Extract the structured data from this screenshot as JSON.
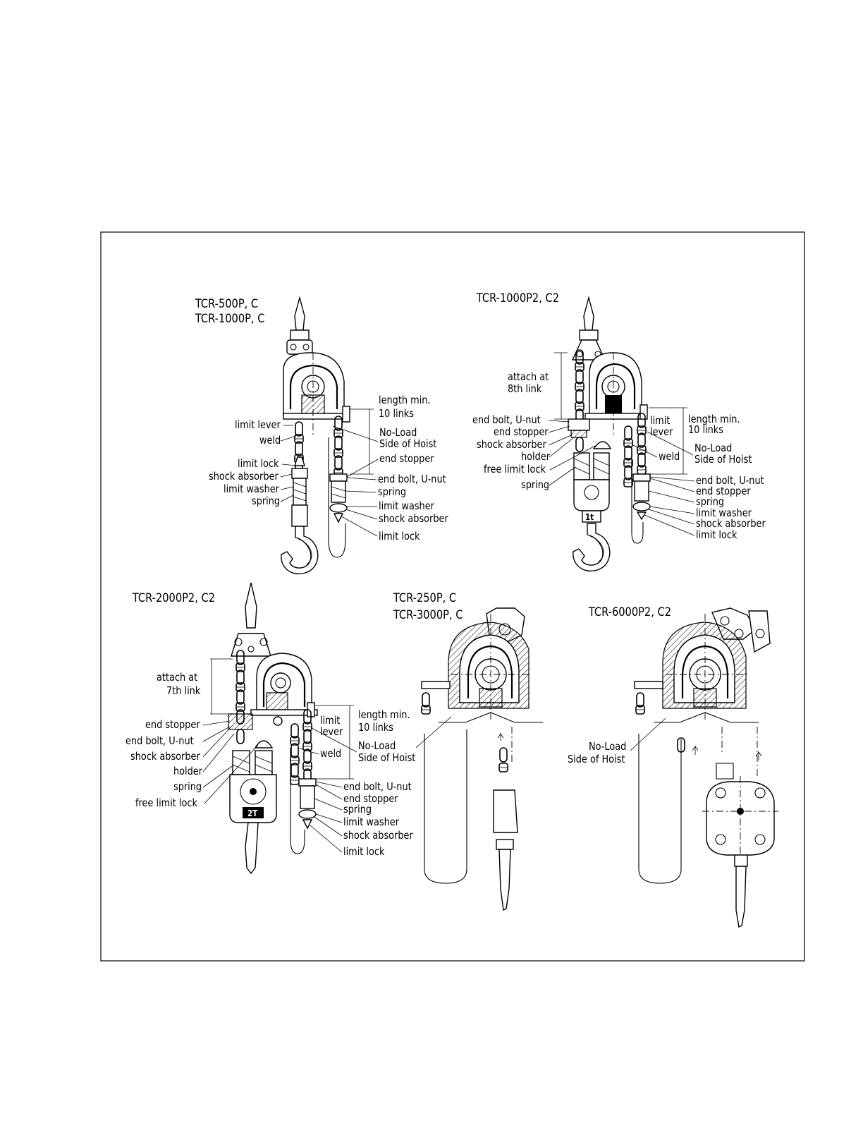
{
  "diagram": {
    "figure1": {
      "title_line1": "TCR-500P, C",
      "title_line2": "TCR-1000P, C",
      "labels": {
        "limit_lever": "limit lever",
        "weld": "weld",
        "limit_lock_top": "limit lock",
        "shock_absorber_left": "shock absorber",
        "limit_washer_left": "limit washer",
        "spring_left": "spring",
        "length_min_1": "length min.",
        "length_min_2": "10 links",
        "no_load_1": "No-Load",
        "no_load_2": "Side of Hoist",
        "end_stopper": "end stopper",
        "end_bolt": "end bolt, U-nut",
        "spring_right": "spring",
        "limit_washer_right": "limit washer",
        "shock_absorber_right": "shock absorber",
        "limit_lock_bottom": "limit lock"
      }
    },
    "figure2": {
      "title": "TCR-1000P2, C2",
      "badge": "1t",
      "labels": {
        "attach_1": "attach at",
        "attach_2": "8th link",
        "end_bolt_left": "end bolt, U-nut",
        "end_stopper_left": "end stopper",
        "shock_absorber_left": "shock absorber",
        "holder": "holder",
        "free_limit_lock": "free limit lock",
        "spring_left": "spring",
        "limit_1": "limit",
        "limit_2": "lever",
        "length_min_1": "length min.",
        "length_min_2": "10 links",
        "no_load_1": "No-Load",
        "no_load_2": "Side of Hoist",
        "weld": "weld",
        "end_bolt_right": "end bolt, U-nut",
        "end_stopper_right": "end stopper",
        "spring_right": "spring",
        "limit_washer": "limit washer",
        "shock_absorber_right": "shock absorber",
        "limit_lock": "limit lock"
      }
    },
    "figure3": {
      "title": "TCR-2000P2, C2",
      "badge": "2T",
      "labels": {
        "attach_1": "attach at",
        "attach_2": "7th link",
        "end_stopper_left": "end stopper",
        "end_bolt_left": "end bolt, U-nut",
        "shock_absorber_left": "shock absorber",
        "holder": "holder",
        "spring_left": "spring",
        "free_limit_lock": "free limit lock",
        "limit_1": "limit",
        "limit_2": "lever",
        "length_min_1": "length min.",
        "length_min_2": "10 links",
        "no_load_1": "No-Load",
        "no_load_2": "Side of Hoist",
        "weld": "weld",
        "end_bolt_right": "end bolt, U-nut",
        "end_stopper_right": "end stopper",
        "spring_right": "spring",
        "limit_washer": "limit washer",
        "shock_absorber_right": "shock absorber",
        "limit_lock": "limit lock"
      }
    },
    "figure4": {
      "title_line1": "TCR-250P, C",
      "title_line2": "TCR-3000P, C"
    },
    "figure5": {
      "title": "TCR-6000P2, C2",
      "labels": {
        "no_load_1": "No-Load",
        "no_load_2": "Side of Hoist"
      }
    }
  }
}
